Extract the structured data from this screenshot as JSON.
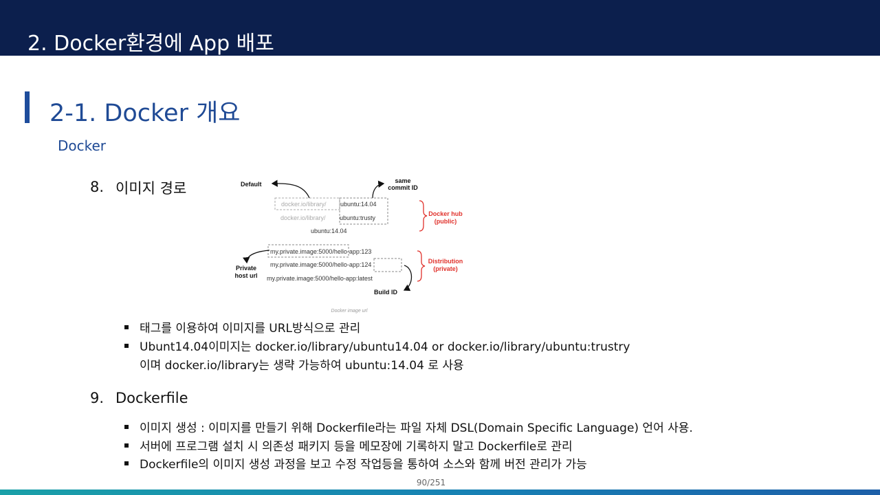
{
  "header": {
    "title": "2.  Docker환경에 App 배포"
  },
  "section": {
    "title": "2-1. Docker 개요",
    "subtitle": "Docker"
  },
  "item8": {
    "num": "8.",
    "title": "이미지 경로",
    "bullets": [
      "태그를 이용하여 이미지를 URL방식으로 관리",
      "Ubunt14.04이미지는 docker.io/library/ubuntu14.04 or docker.io/library/ubuntu:trustry"
    ],
    "bullet_cont": "이며 docker.io/library는 생략 가능하여 ubuntu:14.04 로 사용"
  },
  "diagram": {
    "default_label": "Default",
    "same_commit_1": "same",
    "same_commit_2": "commit ID",
    "line1_prefix": "docker.io/library/",
    "line1_name": "ubuntu:14.04",
    "line2_prefix": "docker.io/library/",
    "line2_name": "ubuntu:trusty",
    "line3": "ubuntu:14.04",
    "hub_1": "Docker hub",
    "hub_2": "(public)",
    "line4": "my.private.image:5000/hello-app:123",
    "line5": "my.private.image:5000/hello-app:124",
    "line6": "my.private.image:5000/hello-app:latest",
    "private_1": "Private",
    "private_2": "host url",
    "dist_1": "Distribution",
    "dist_2": "(private)",
    "build_id": "Build ID",
    "caption": "Docker image url"
  },
  "item9": {
    "num": "9.",
    "title": "Dockerfile",
    "bullets": [
      "이미지 생성 : 이미지를 만들기 위해 Dockerfile라는 파일 자체 DSL(Domain Specific Language) 언어 사용.",
      "서버에 프로그램 설치 시 의존성 패키지 등을 메모장에 기록하지 말고 Dockerfile로 관리",
      "Dockerfile의 이미지 생성 과정을 보고 수정 작업등을 통하여 소스와 함께 버전 관리가 가능"
    ]
  },
  "footer": {
    "page": "90/251"
  },
  "colors": {
    "header_bg": "#0c1f4d",
    "title_blue": "#1f4a95",
    "annotation_red": "#e0312b"
  }
}
